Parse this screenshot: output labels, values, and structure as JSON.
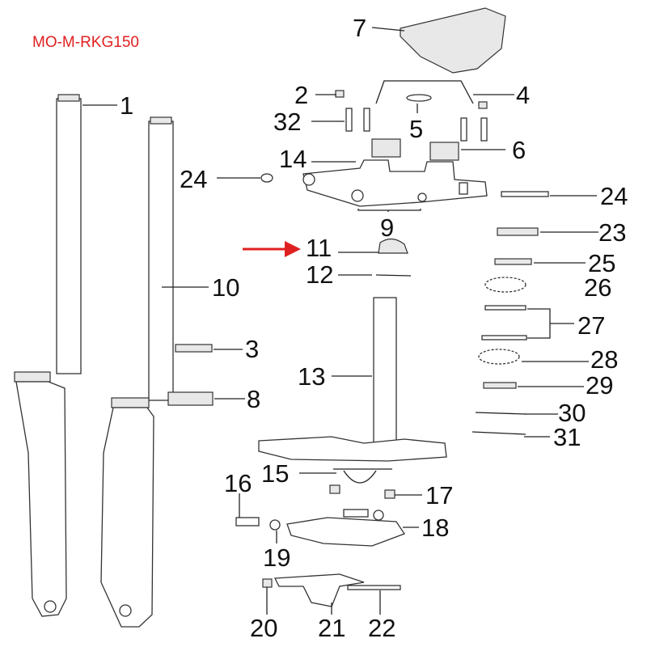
{
  "title": "MO-M-RKG150",
  "title_color": "#e02020",
  "arrow_color": "#e02020",
  "callouts": {
    "c1": "1",
    "c2": "2",
    "c3": "3",
    "c4": "4",
    "c5": "5",
    "c6": "6",
    "c7": "7",
    "c8": "8",
    "c9": "9",
    "c10": "10",
    "c11": "11",
    "c12": "12",
    "c13": "13",
    "c14": "14",
    "c15": "15",
    "c16": "16",
    "c17": "17",
    "c18": "18",
    "c19": "19",
    "c20": "20",
    "c21": "21",
    "c22": "22",
    "c23": "23",
    "c24a": "24",
    "c24b": "24",
    "c25": "25",
    "c26": "26",
    "c27": "27",
    "c28": "28",
    "c29": "29",
    "c30": "30",
    "c31": "31",
    "c32": "32"
  },
  "highlighted_part": "11"
}
